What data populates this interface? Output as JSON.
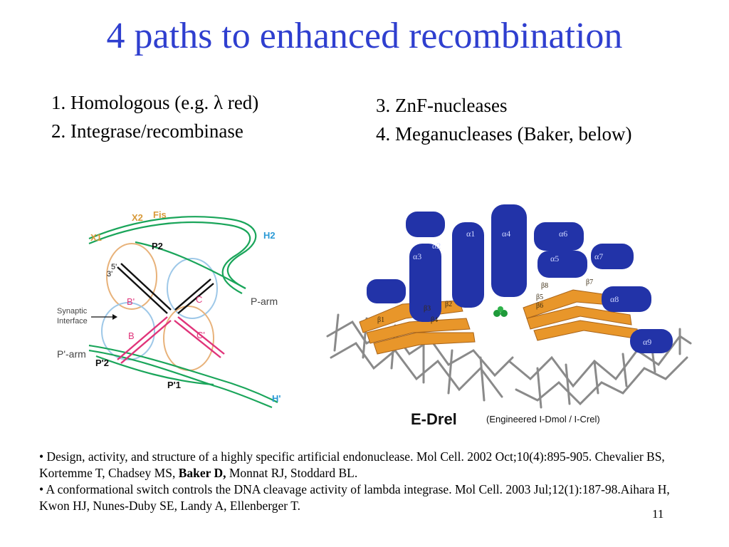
{
  "slide": {
    "title": "4 paths to enhanced recombination",
    "items_left": [
      "1. Homologous (e.g. λ red)",
      "2. Integrase/recombinase"
    ],
    "items_right": [
      "3. ZnF-nucleases",
      "4. Meganucleases (Baker, below)"
    ],
    "page_number": "11"
  },
  "diagram": {
    "labels": {
      "x2": "X2",
      "fis": "Fis",
      "x1": "X1",
      "p2": "P2",
      "h2": "H2",
      "five_prime": "5'",
      "three_prime": "3'",
      "b_prime": "B'",
      "c": "C",
      "p_arm": "P-arm",
      "synaptic": "Synaptic",
      "interface": "Interface",
      "b": "B",
      "c_prime": "C'",
      "p_prime_arm": "P'-arm",
      "p_prime_2": "P'2",
      "p_prime_1": "P'1",
      "h_prime": "H'"
    },
    "colors": {
      "green": "#1aa55a",
      "orange": "#d89a3a",
      "blue": "#2b9ad6",
      "pink": "#e0347a"
    }
  },
  "protein": {
    "helix_labels": [
      "α1",
      "α4",
      "α2",
      "α3",
      "α6",
      "α5",
      "α7",
      "α8",
      "α9"
    ],
    "strand_labels": [
      "β1",
      "β2",
      "β3",
      "β4",
      "β5",
      "β6",
      "β7",
      "β8"
    ],
    "caption_main": "E-Drel",
    "caption_sub": "(Engineered I-Dmol / I-Crel)",
    "colors": {
      "helix": "#2233a8",
      "strand": "#e8962a",
      "dna": "#8a8a8a",
      "metal": "#1f9a3a"
    }
  },
  "references": [
    {
      "bullet": "• ",
      "pre": "Design, activity, and structure of a highly specific artificial endonuclease. Mol Cell. 2002 Oct;10(4):895-905. Chevalier BS, Kortemme T, Chadsey MS, ",
      "bold": "Baker D,",
      "post": " Monnat RJ, Stoddard BL."
    },
    {
      "bullet": "• ",
      "text": "A conformational switch controls the DNA cleavage activity of lambda integrase. Mol Cell. 2003 Jul;12(1):187-98.Aihara H, Kwon HJ, Nunes-Duby SE, Landy A, Ellenberger T."
    }
  ]
}
